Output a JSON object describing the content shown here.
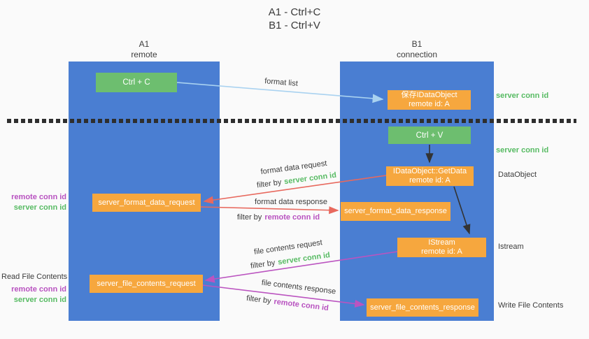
{
  "title": {
    "line1": "A1 - Ctrl+C",
    "line2": "B1 - Ctrl+V"
  },
  "lanes": {
    "a1": {
      "name": "A1",
      "role": "remote"
    },
    "b1": {
      "name": "B1",
      "role": "connection"
    }
  },
  "nodes": {
    "ctrl_c": {
      "label": "Ctrl + C"
    },
    "save_idataobject": {
      "line1": "保存IDataObject",
      "line2": "remote id: A"
    },
    "ctrl_v": {
      "label": "Ctrl + V"
    },
    "getdata": {
      "line1": "IDataObject::GetData",
      "line2": "remote id: A"
    },
    "format_request": {
      "label": "server_format_data_request"
    },
    "format_response": {
      "label": "server_format_data_response"
    },
    "istream": {
      "line1": "IStream",
      "line2": "remote id: A"
    },
    "file_request": {
      "label": "server_file_contents_request"
    },
    "file_response": {
      "label": "server_file_contents_response"
    }
  },
  "edges": {
    "format_list": {
      "label": "format list"
    },
    "format_data_request": {
      "label": "format data request",
      "filter_prefix": "filter by",
      "filter_token": "server conn id"
    },
    "format_data_response": {
      "label": "format data response",
      "filter_prefix": "filter by",
      "filter_token": "remote conn id"
    },
    "file_contents_request": {
      "label": "file contents request",
      "filter_prefix": "filter by",
      "filter_token": "server conn id"
    },
    "file_contents_response": {
      "label": "file contents response",
      "filter_prefix": "filter by",
      "filter_token": "remote conn id"
    }
  },
  "annotations": {
    "right": {
      "server_conn_id_top": "server conn id",
      "server_conn_id_mid": "server conn id",
      "dataobject": "DataObject",
      "istream": "Istream",
      "write_file_contents": "Write File Contents"
    },
    "left": {
      "remote_conn_id_top": "remote conn id",
      "server_conn_id_top": "server conn id",
      "read_file_contents": "Read File Contents",
      "remote_conn_id_bottom": "remote conn id",
      "server_conn_id_bottom": "server conn id"
    }
  },
  "colors": {
    "background": "#FAFAFA",
    "lane_blue": "#4A7ED2",
    "node_orange": "#F6A73E",
    "node_green": "#6DBE6F",
    "green_text": "#57BB63",
    "magenta_text": "#B852C0",
    "arrow_lightblue": "#A9D2F0",
    "arrow_black": "#333333",
    "arrow_salmon": "#E8695E",
    "arrow_magenta": "#BB54C0",
    "dark_text": "#3C3C3C"
  }
}
